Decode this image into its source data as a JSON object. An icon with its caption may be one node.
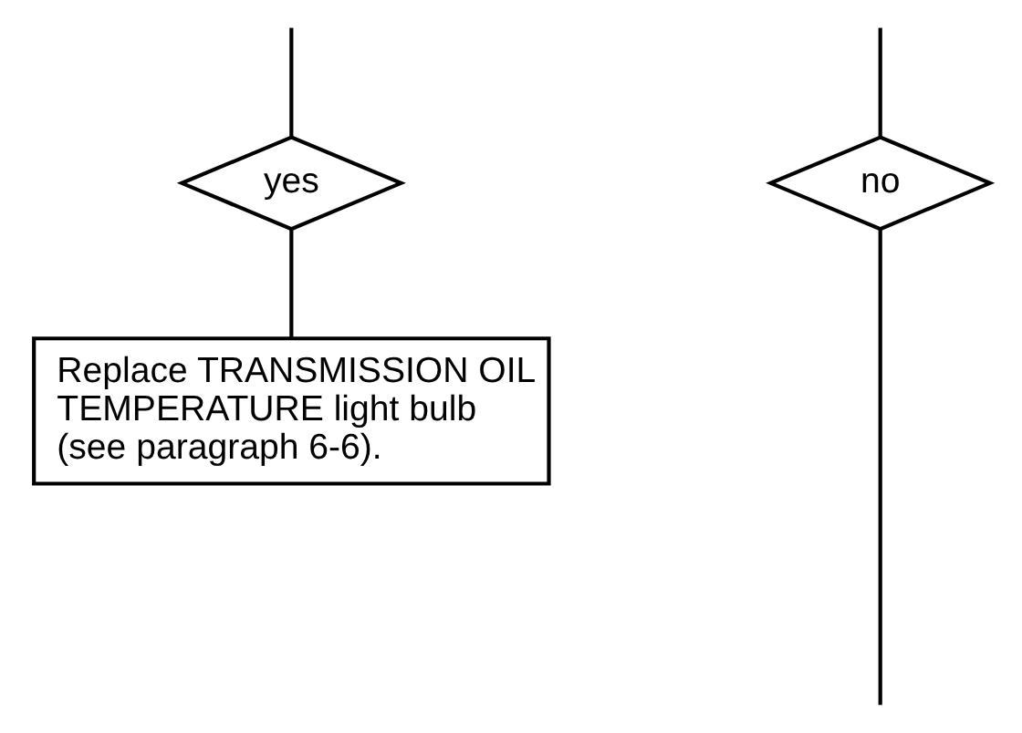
{
  "diagram": {
    "nodes": [
      {
        "text": [
          "yes"
        ]
      },
      {
        "text": [
          "no"
        ]
      },
      {
        "text": [
          "Replace TRANSMISSION OIL TEMPERATURE light bulb (see paragraph 6-6)."
        ]
      }
    ],
    "edges": [
      {
        "from": null,
        "to": 0,
        "arrow": "none"
      },
      {
        "from": null,
        "to": 1,
        "arrow": "none"
      },
      {
        "from": 0,
        "to": 2,
        "arrow": "none"
      },
      {
        "from": 1,
        "to": null,
        "arrow": "none"
      }
    ]
  }
}
